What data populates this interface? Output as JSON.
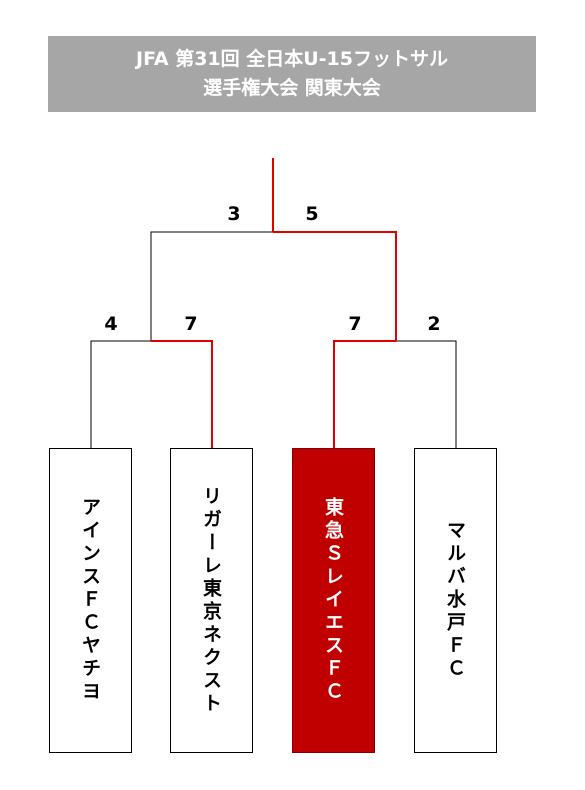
{
  "title": {
    "line1": "JFA 第31回 全日本U-15フットサル",
    "line2": "選手権大会 関東大会"
  },
  "bracket": {
    "final": {
      "left_score": "3",
      "right_score": "5"
    },
    "semifinals": [
      {
        "left_score": "4",
        "right_score": "7"
      },
      {
        "left_score": "7",
        "right_score": "2"
      }
    ],
    "teams": [
      {
        "name": "アインスＦＣヤチヨ",
        "winner": false
      },
      {
        "name": "リガーレ東京ネクスト",
        "winner": false
      },
      {
        "name": "東急ＳレイエスＦＣ",
        "winner": true
      },
      {
        "name": "マルバ水戸ＦＣ",
        "winner": false
      }
    ]
  },
  "colors": {
    "win_line": "#e00000",
    "line": "#000000",
    "champion_fill": "#c00000",
    "title_bg": "#a6a6a6"
  }
}
